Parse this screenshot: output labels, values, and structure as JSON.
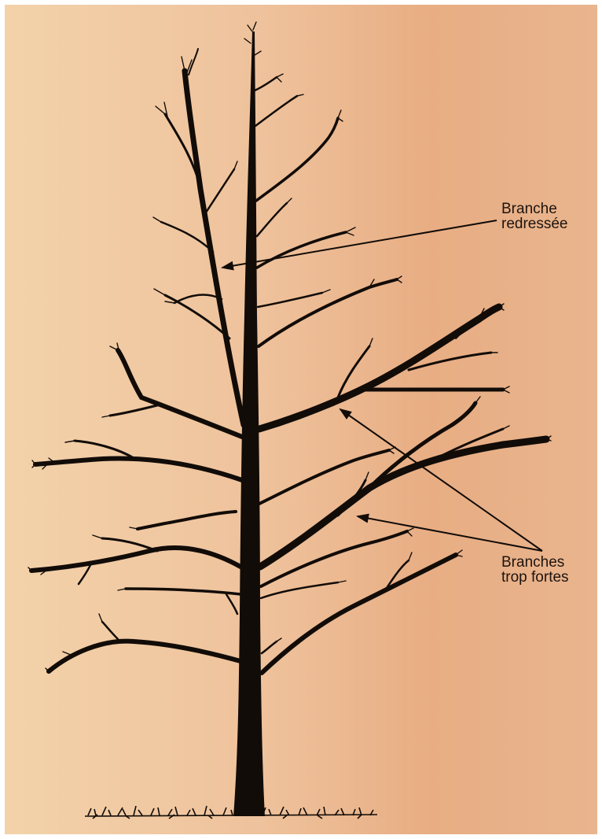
{
  "illustration": {
    "subject": "tree-branch-structure",
    "background_colors": [
      "#f3d2aa",
      "#e8ad83"
    ],
    "ink_color": "#120c08"
  },
  "annotations": {
    "upright_branch": {
      "line1": "Branche",
      "line2": "redressée"
    },
    "too_strong_branches": {
      "line1": "Branches",
      "line2": "trop fortes"
    }
  }
}
